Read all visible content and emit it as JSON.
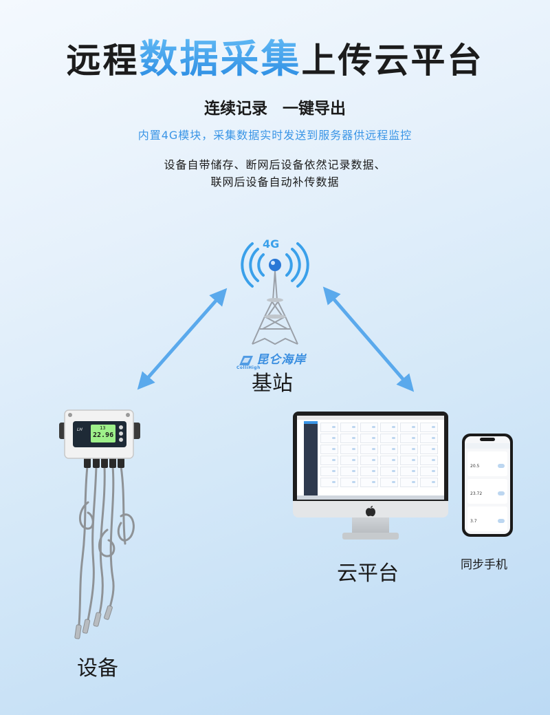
{
  "headline": {
    "part1": "远程",
    "accent": "数据采集",
    "part2": "上传云平台"
  },
  "subtitle": "连续记录 一键导出",
  "blue_line": "内置4G模块，采集数据实时发送到服务器供远程监控",
  "desc_lines": [
    "设备自带储存、断网后设备依然记录数据、",
    "联网后设备自动补传数据"
  ],
  "tower": {
    "signal_label": "4G",
    "label": "基站",
    "watermark": "昆仑海岸",
    "watermark_sub": "ColliHigh"
  },
  "device": {
    "label": "设备",
    "display_top": "13",
    "display_main": "22.96"
  },
  "platform": {
    "label": "云平台"
  },
  "phone": {
    "label": "同步手机",
    "readings": [
      "20.5",
      "23.72",
      "3.7"
    ]
  },
  "colors": {
    "accent": "#3a95e6",
    "arrow": "#5aa9ec",
    "lcd": "#9ef08a"
  }
}
